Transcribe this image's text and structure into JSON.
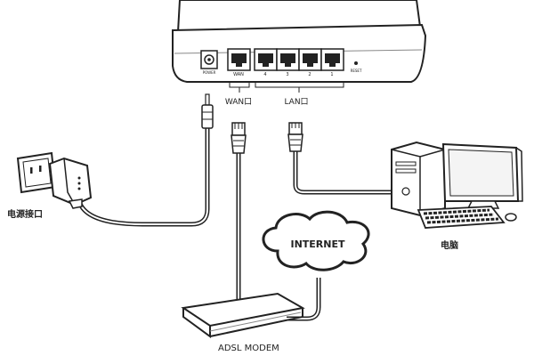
{
  "router": {
    "power_label": "POWER",
    "wan_port_label": "WAN",
    "lan_port_labels": [
      "4",
      "3",
      "2",
      "1"
    ],
    "reset_label": "RESET",
    "wan_group_label": "WAN口",
    "lan_group_label": "LAN口"
  },
  "labels": {
    "power_outlet": "电源接口",
    "computer": "电脑",
    "internet": "INTERNET",
    "modem": "ADSL MODEM"
  }
}
